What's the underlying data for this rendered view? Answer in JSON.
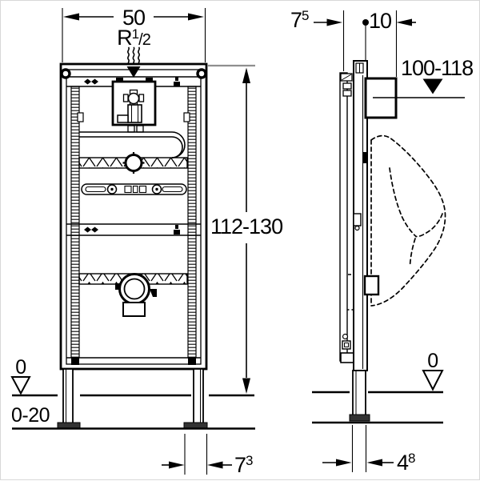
{
  "drawing": {
    "type": "installation-frame-dimension-diagram",
    "background": "#ffffff",
    "line_color": "#000000",
    "ref_line_color": "#8f8f8f"
  },
  "labels": {
    "front_width": "50",
    "water_inlet": {
      "prefix": "R",
      "sup": "1",
      "rest": "/2"
    },
    "install_height": "112-130",
    "rail_depth": {
      "main": "7",
      "sup": "5"
    },
    "rail_gap": "10",
    "outlet_height_range": "100-118",
    "floor_zero_front": "0",
    "floor_adjust_range": "0-20",
    "foot_width": {
      "main": "7",
      "sup": "3"
    },
    "floor_zero_side": "0",
    "leg_width": {
      "main": "4",
      "sup": "8"
    }
  }
}
